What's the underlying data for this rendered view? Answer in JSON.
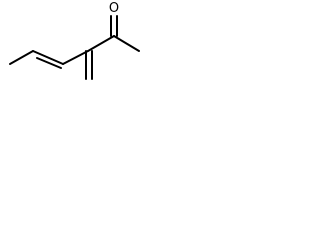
{
  "molecule": {
    "atoms": [
      {
        "id": "C1",
        "element": "C"
      },
      {
        "id": "C2",
        "element": "C"
      },
      {
        "id": "C3",
        "element": "C"
      },
      {
        "id": "C4",
        "element": "C"
      },
      {
        "id": "C5",
        "element": "C"
      },
      {
        "id": "C6",
        "element": "C"
      },
      {
        "id": "C7",
        "element": "C"
      },
      {
        "id": "O1",
        "element": "O",
        "label": "O"
      }
    ],
    "bonds": [
      {
        "from": "C1",
        "to": "C2",
        "order": 1
      },
      {
        "from": "C2",
        "to": "C3",
        "order": 2
      },
      {
        "from": "C3",
        "to": "C4",
        "order": 1
      },
      {
        "from": "C4",
        "to": "C5",
        "order": 2
      },
      {
        "from": "C4",
        "to": "C6",
        "order": 1
      },
      {
        "from": "C6",
        "to": "O1",
        "order": 2
      },
      {
        "from": "C6",
        "to": "C7",
        "order": 1
      }
    ]
  }
}
